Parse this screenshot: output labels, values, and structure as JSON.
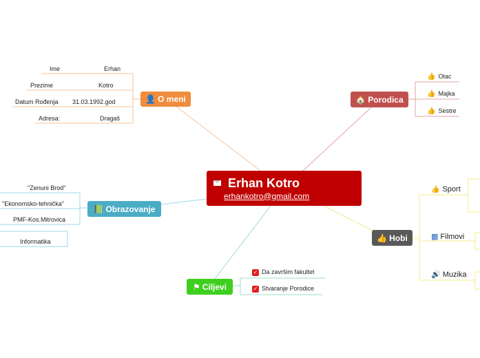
{
  "central": {
    "title": "Erhan Kotro",
    "email": "erhankotro@gmail.com",
    "icon": "envelope-icon"
  },
  "o_meni": {
    "label": "O meni",
    "icon": "person-icon",
    "color": "#f08c3c",
    "rows": [
      {
        "key": "Ime",
        "value": "Erhan"
      },
      {
        "key": "Prezime",
        "value": "Kotro"
      },
      {
        "key": "Datum Rođenja",
        "value": "31.03.1992.god"
      },
      {
        "key": "Adresa:",
        "value": "Dragaš"
      }
    ]
  },
  "porodica": {
    "label": "Porodica",
    "icon": "house-icon",
    "color": "#c0504d",
    "items": [
      "Otac",
      "Majka",
      "Sestre"
    ]
  },
  "obrazovanje": {
    "label": "Obrazovanje",
    "icon": "book-icon",
    "color": "#4bacc6",
    "items": [
      "\"Zenuni  Brod\"",
      "\"Ekonomsko-tehnička\"",
      "PMF-Kos.Mitrovica",
      "Informatika"
    ]
  },
  "ciljevi": {
    "label": "Ciljevi",
    "icon": "flag-icon",
    "color": "#3fcf1f",
    "items": [
      "Da završim fakultet",
      "Stvaranje Porodice"
    ]
  },
  "hobi": {
    "label": "Hobi",
    "icon": "thumbs-up-icon",
    "color": "#595959",
    "items": [
      "Sport",
      "Filmovi",
      "Muzika"
    ]
  }
}
